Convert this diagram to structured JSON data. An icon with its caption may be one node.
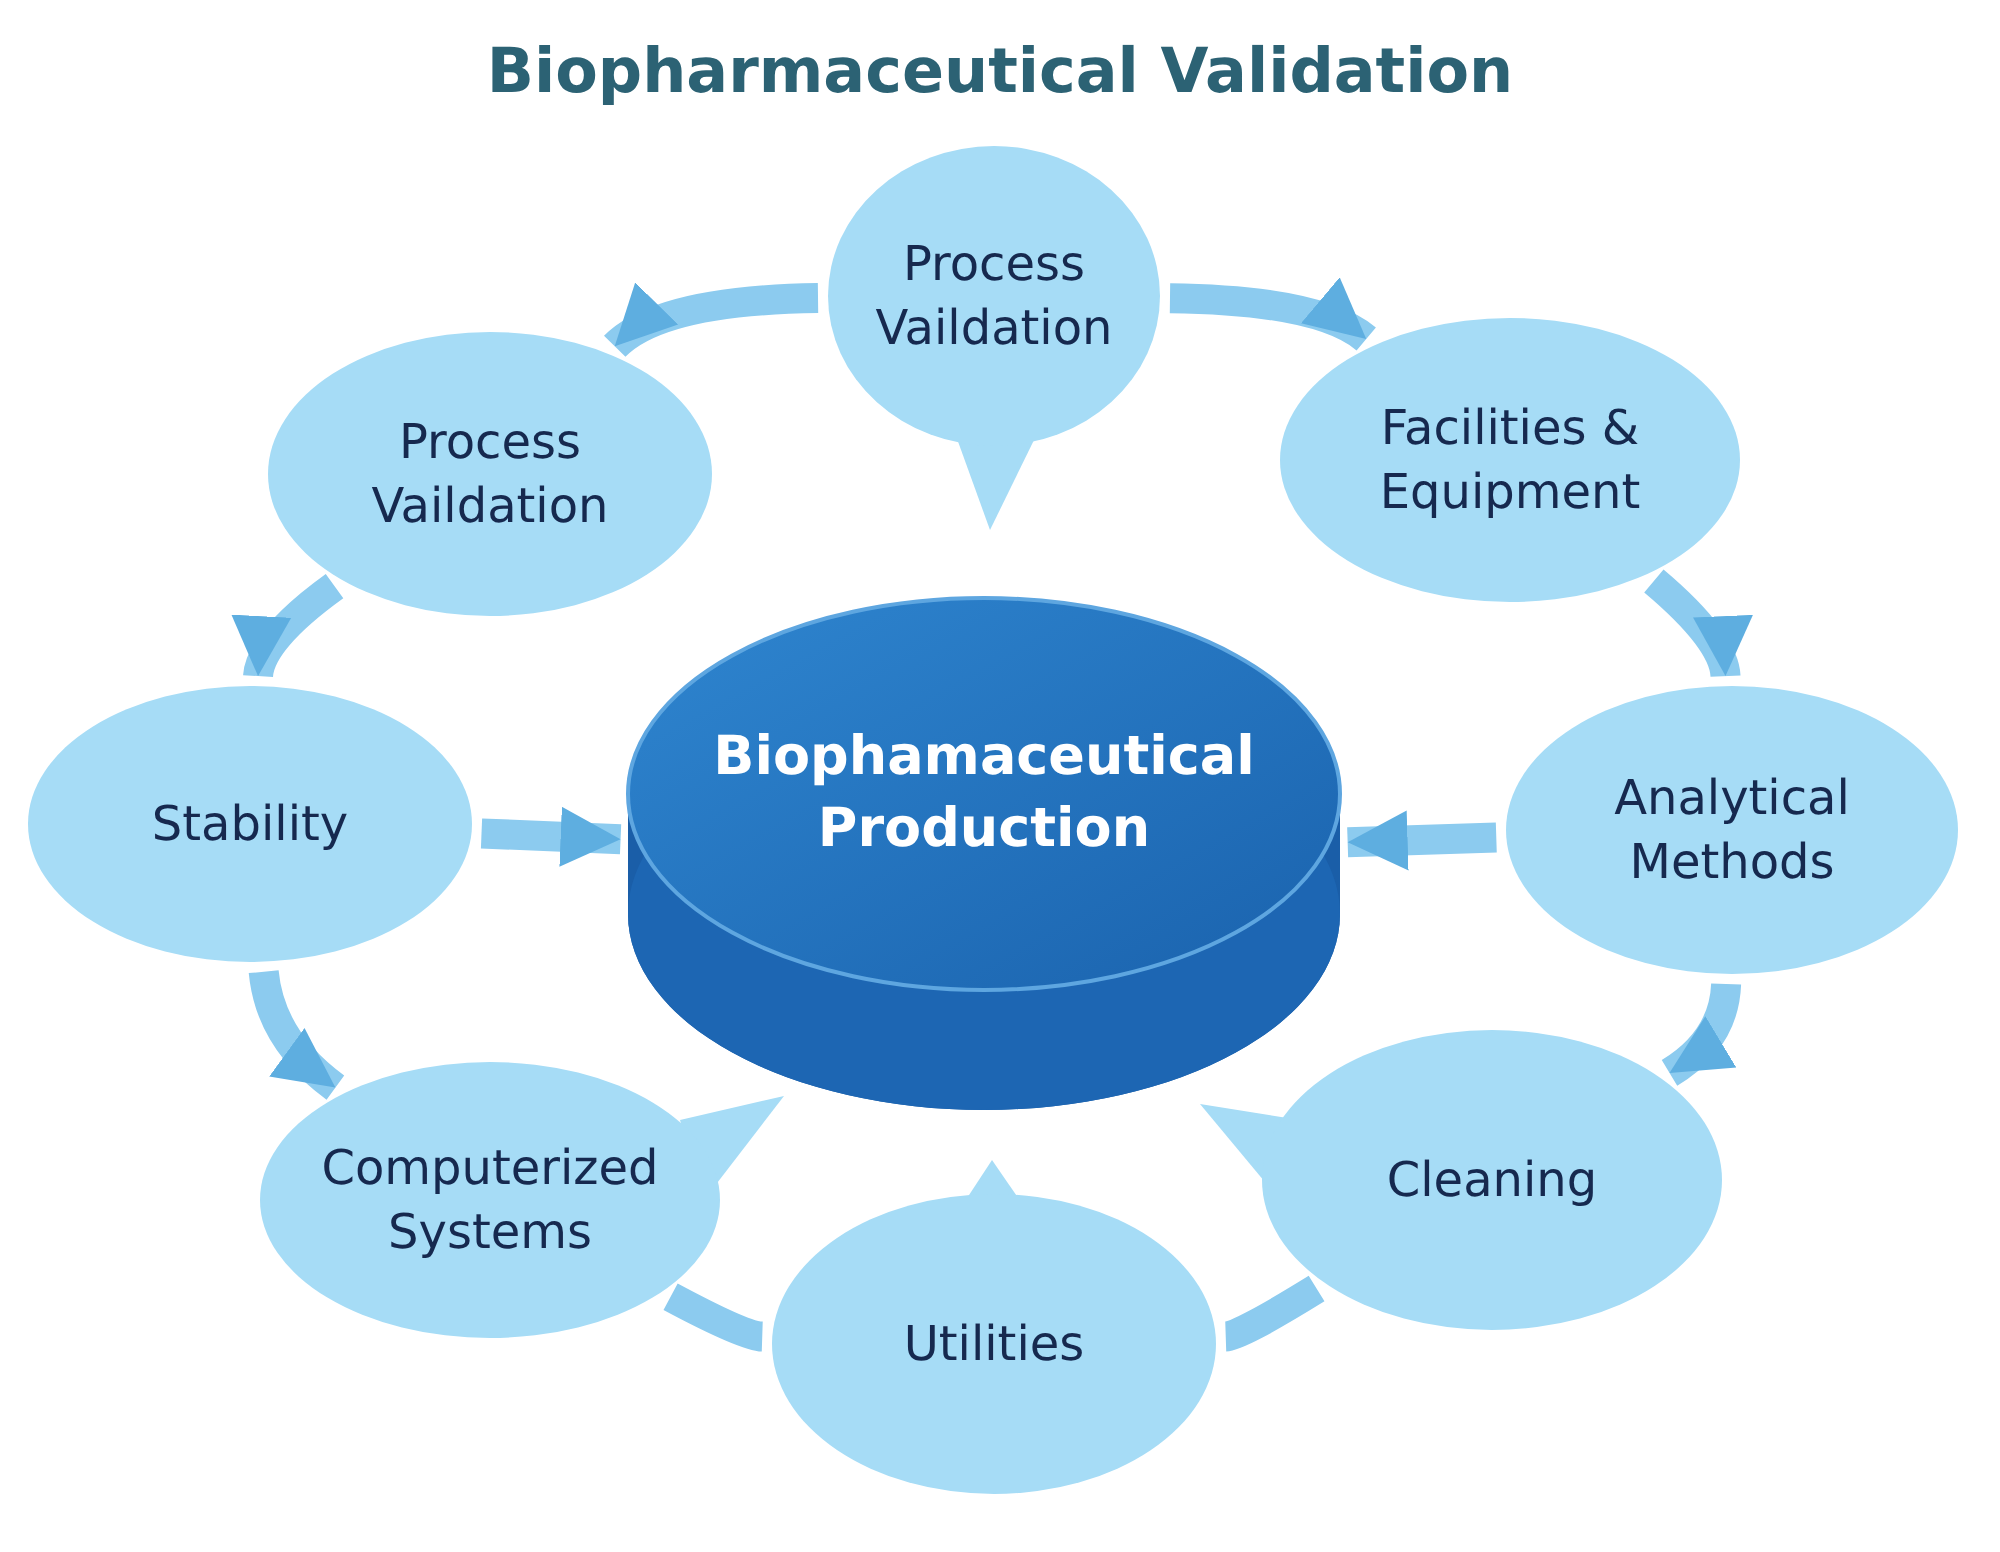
{
  "diagram": {
    "title": "Biopharmaceutical Validation",
    "nodes": [
      {
        "text": [
          "Biophamaceutical Production"
        ]
      },
      {
        "text": [
          "Process Vaildation"
        ]
      },
      {
        "text": [
          "Facilities & Equipment"
        ]
      },
      {
        "text": [
          "Analytical Methods"
        ]
      },
      {
        "text": [
          "Cleaning"
        ]
      },
      {
        "text": [
          "Utilities"
        ]
      },
      {
        "text": [
          "Computerized Systems"
        ]
      },
      {
        "text": [
          "Stability"
        ]
      },
      {
        "text": [
          "Process Vaildation"
        ]
      }
    ],
    "edges": [
      {
        "from": 1,
        "to": 8,
        "arrow": "to"
      },
      {
        "from": 1,
        "to": 2,
        "arrow": "to"
      },
      {
        "from": 2,
        "to": 3,
        "arrow": "to"
      },
      {
        "from": 3,
        "to": 4,
        "arrow": "to"
      },
      {
        "from": 4,
        "to": 5,
        "arrow": "none"
      },
      {
        "from": 5,
        "to": 6,
        "arrow": "none"
      },
      {
        "from": 7,
        "to": 6,
        "arrow": "to"
      },
      {
        "from": 8,
        "to": 7,
        "arrow": "to"
      },
      {
        "from": 7,
        "to": 0,
        "arrow": "to"
      },
      {
        "from": 3,
        "to": 0,
        "arrow": "to"
      }
    ]
  }
}
